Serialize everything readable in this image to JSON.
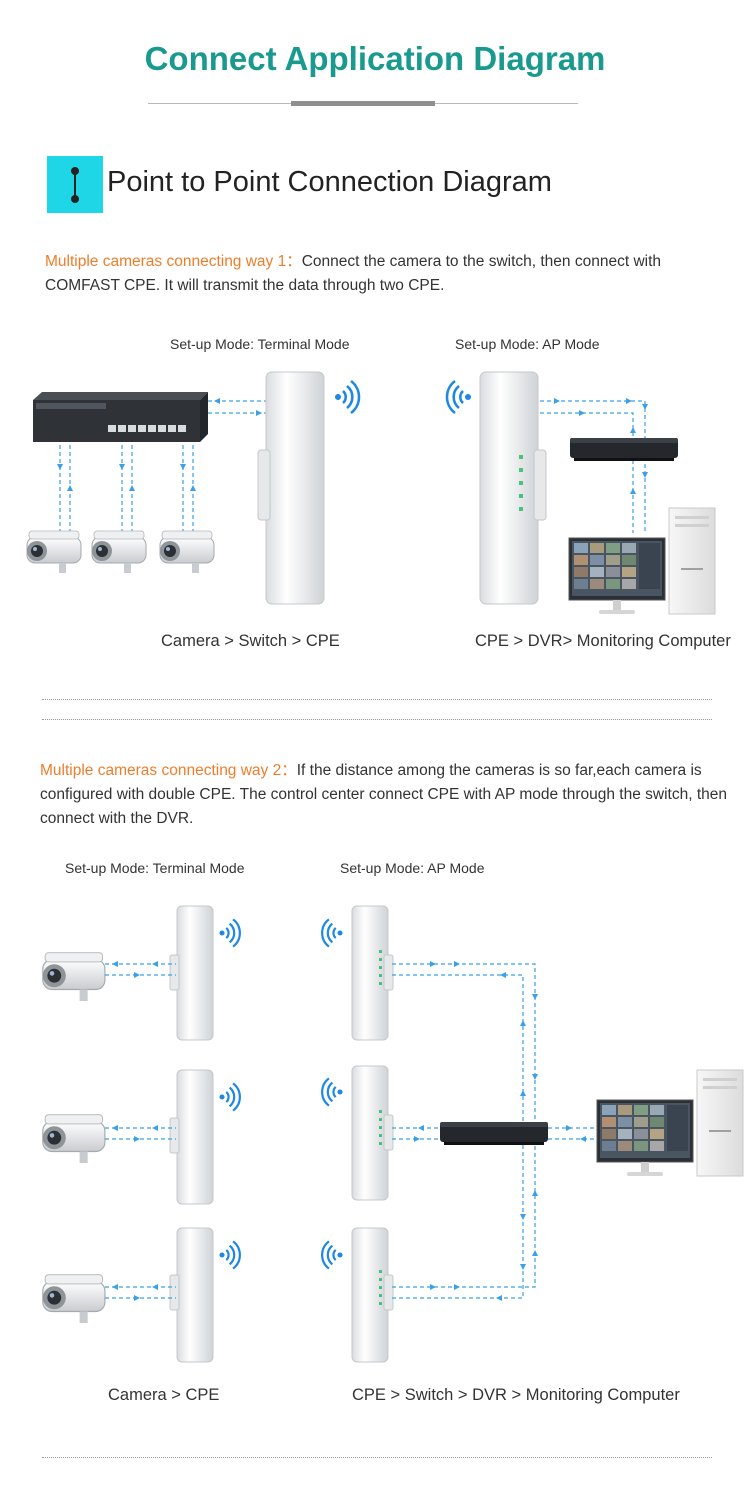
{
  "title": "Connect Application Diagram",
  "section_title": "Point to Point Connection Diagram",
  "way1": {
    "label": "Multiple cameras connecting way 1：",
    "text": "Connect the camera to the switch, then connect with COMFAST CPE. It will transmit the data through two CPE.",
    "terminal_mode": "Set-up Mode: Terminal Mode",
    "ap_mode": "Set-up Mode: AP Mode",
    "chain_left": "Camera > Switch > CPE",
    "chain_right": "CPE > DVR> Monitoring Computer"
  },
  "way2": {
    "label": "Multiple cameras connecting way 2：",
    "text": "If the distance among the cameras is so far,each camera is configured with double CPE. The control center connect CPE with AP mode through the switch, then connect with the DVR.",
    "terminal_mode": "Set-up Mode: Terminal Mode",
    "ap_mode": "Set-up Mode: AP Mode",
    "chain_left": "Camera > CPE",
    "chain_right": "CPE > Switch > DVR > Monitoring Computer"
  },
  "colors": {
    "accent": "#1a9a8e",
    "badge": "#1fd6e6",
    "highlight": "#ee7d2b",
    "link": "#3aa0e8",
    "wifi": "#1e88e5"
  },
  "icons": [
    "link-icon",
    "wifi-icon",
    "camera-icon",
    "cpe-icon",
    "switch-icon",
    "dvr-icon",
    "computer-icon"
  ]
}
